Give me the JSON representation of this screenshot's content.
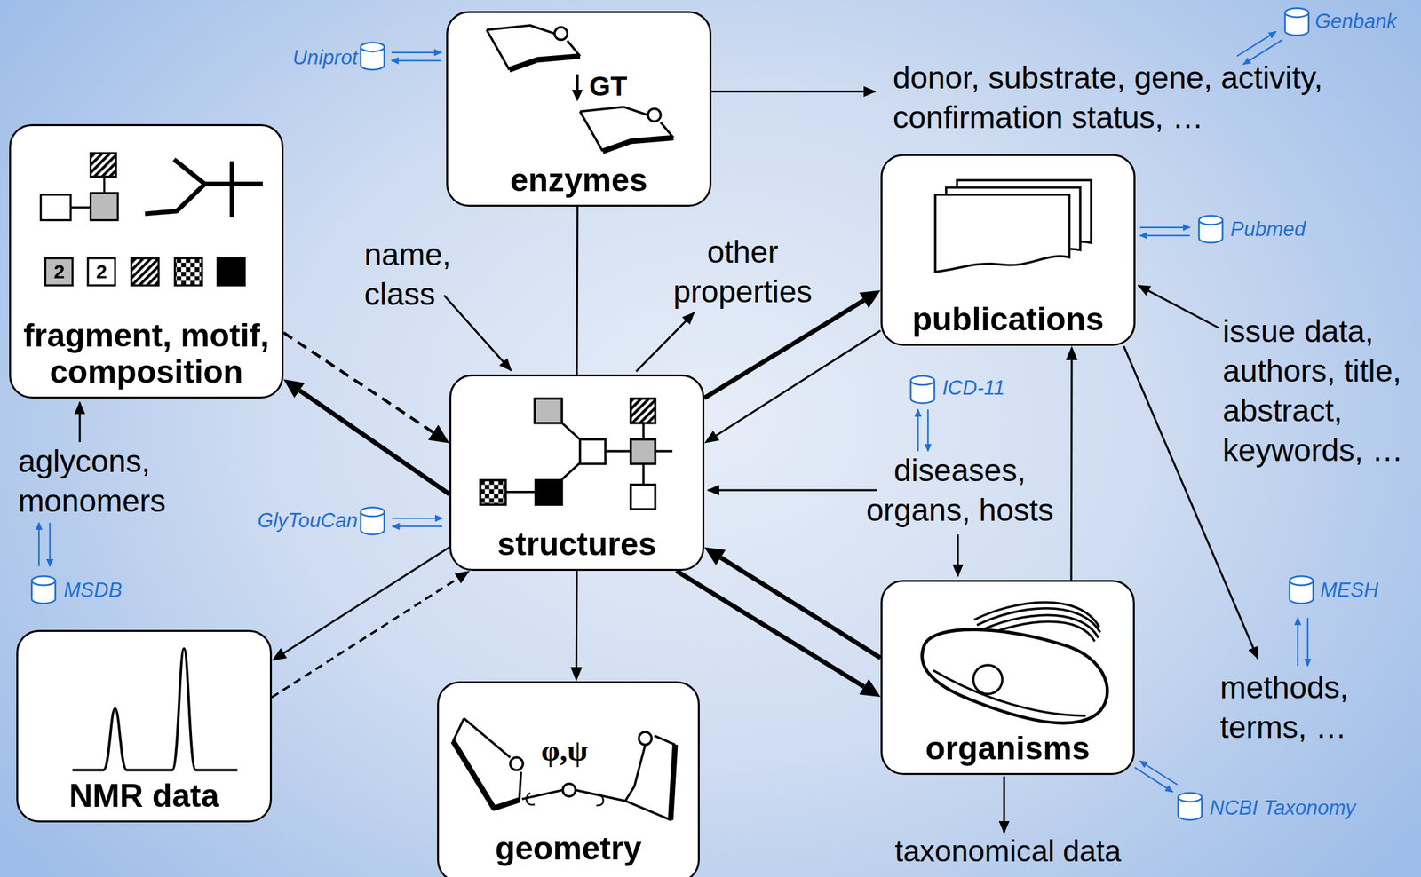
{
  "diagram": {
    "nodes": [
      {
        "text": [
          "enzymes"
        ]
      },
      {
        "text": [
          "fragment, motif, composition"
        ]
      },
      {
        "text": [
          "publications"
        ]
      },
      {
        "text": [
          "structures"
        ]
      },
      {
        "text": [
          "NMR data"
        ]
      },
      {
        "text": [
          "geometry"
        ]
      },
      {
        "text": [
          "organisms"
        ]
      }
    ],
    "edges": [
      {
        "from": 0,
        "to": 3,
        "arrow": "none"
      },
      {
        "from": 3,
        "to": 1,
        "arrow": "to"
      },
      {
        "from": 1,
        "to": 3,
        "arrow": "to"
      },
      {
        "from": 3,
        "to": 2,
        "arrow": "to"
      },
      {
        "from": 2,
        "to": 3,
        "arrow": "to"
      },
      {
        "from": 3,
        "to": 4,
        "arrow": "to"
      },
      {
        "from": 4,
        "to": 3,
        "arrow": "to"
      },
      {
        "from": 3,
        "to": 5,
        "arrow": "to"
      },
      {
        "from": 6,
        "to": 3,
        "arrow": "to"
      },
      {
        "from": 3,
        "to": 6,
        "arrow": "to"
      },
      {
        "from": 6,
        "to": 2,
        "arrow": "to"
      }
    ],
    "labels": [
      "Uniprot",
      "GT",
      "Genbank",
      "donor, substrate, gene, activity, confirmation status, …",
      "2",
      "2",
      "name, class",
      "other properties",
      "Pubmed",
      "issue data, authors, title, abstract, keywords, …",
      "ICD-11",
      "diseases, organs, hosts",
      "aglycons, monomers",
      "GlyTouCan",
      "MSDB",
      "MESH",
      "methods, terms, …",
      "φ,ψ",
      "NCBI Taxonomy",
      "taxonomical data"
    ]
  }
}
